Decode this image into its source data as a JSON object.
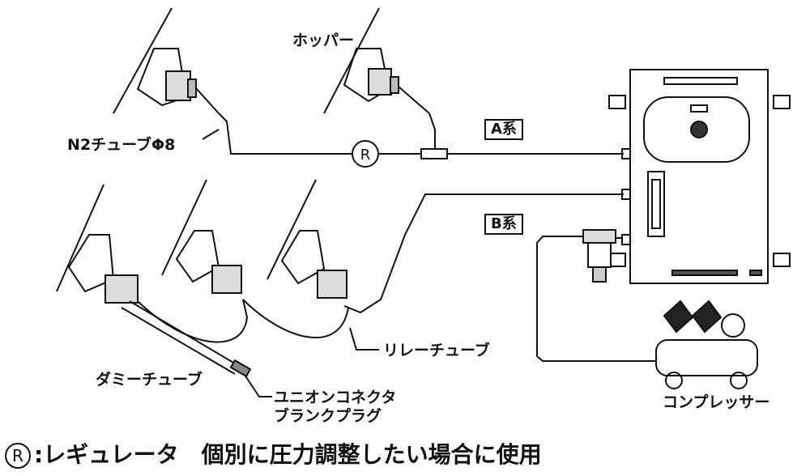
{
  "labels": {
    "hopper": "ホッパー",
    "n2_tube": "N2チューブΦ8",
    "line_a": "A系",
    "line_b": "B系",
    "relay_tube": "リレーチューブ",
    "dummy_tube": "ダミーチューブ",
    "union_connector_line1": "ユニオンコネクタ",
    "union_connector_line2": "ブランクプラグ",
    "compressor": "コンプレッサー",
    "regulator_symbol": "R"
  },
  "legend": {
    "symbol": "R",
    "text": ":レギュレータ　個別に圧力調整したい場合に使用"
  },
  "colors": {
    "line": "#111111",
    "background": "#ffffff"
  }
}
